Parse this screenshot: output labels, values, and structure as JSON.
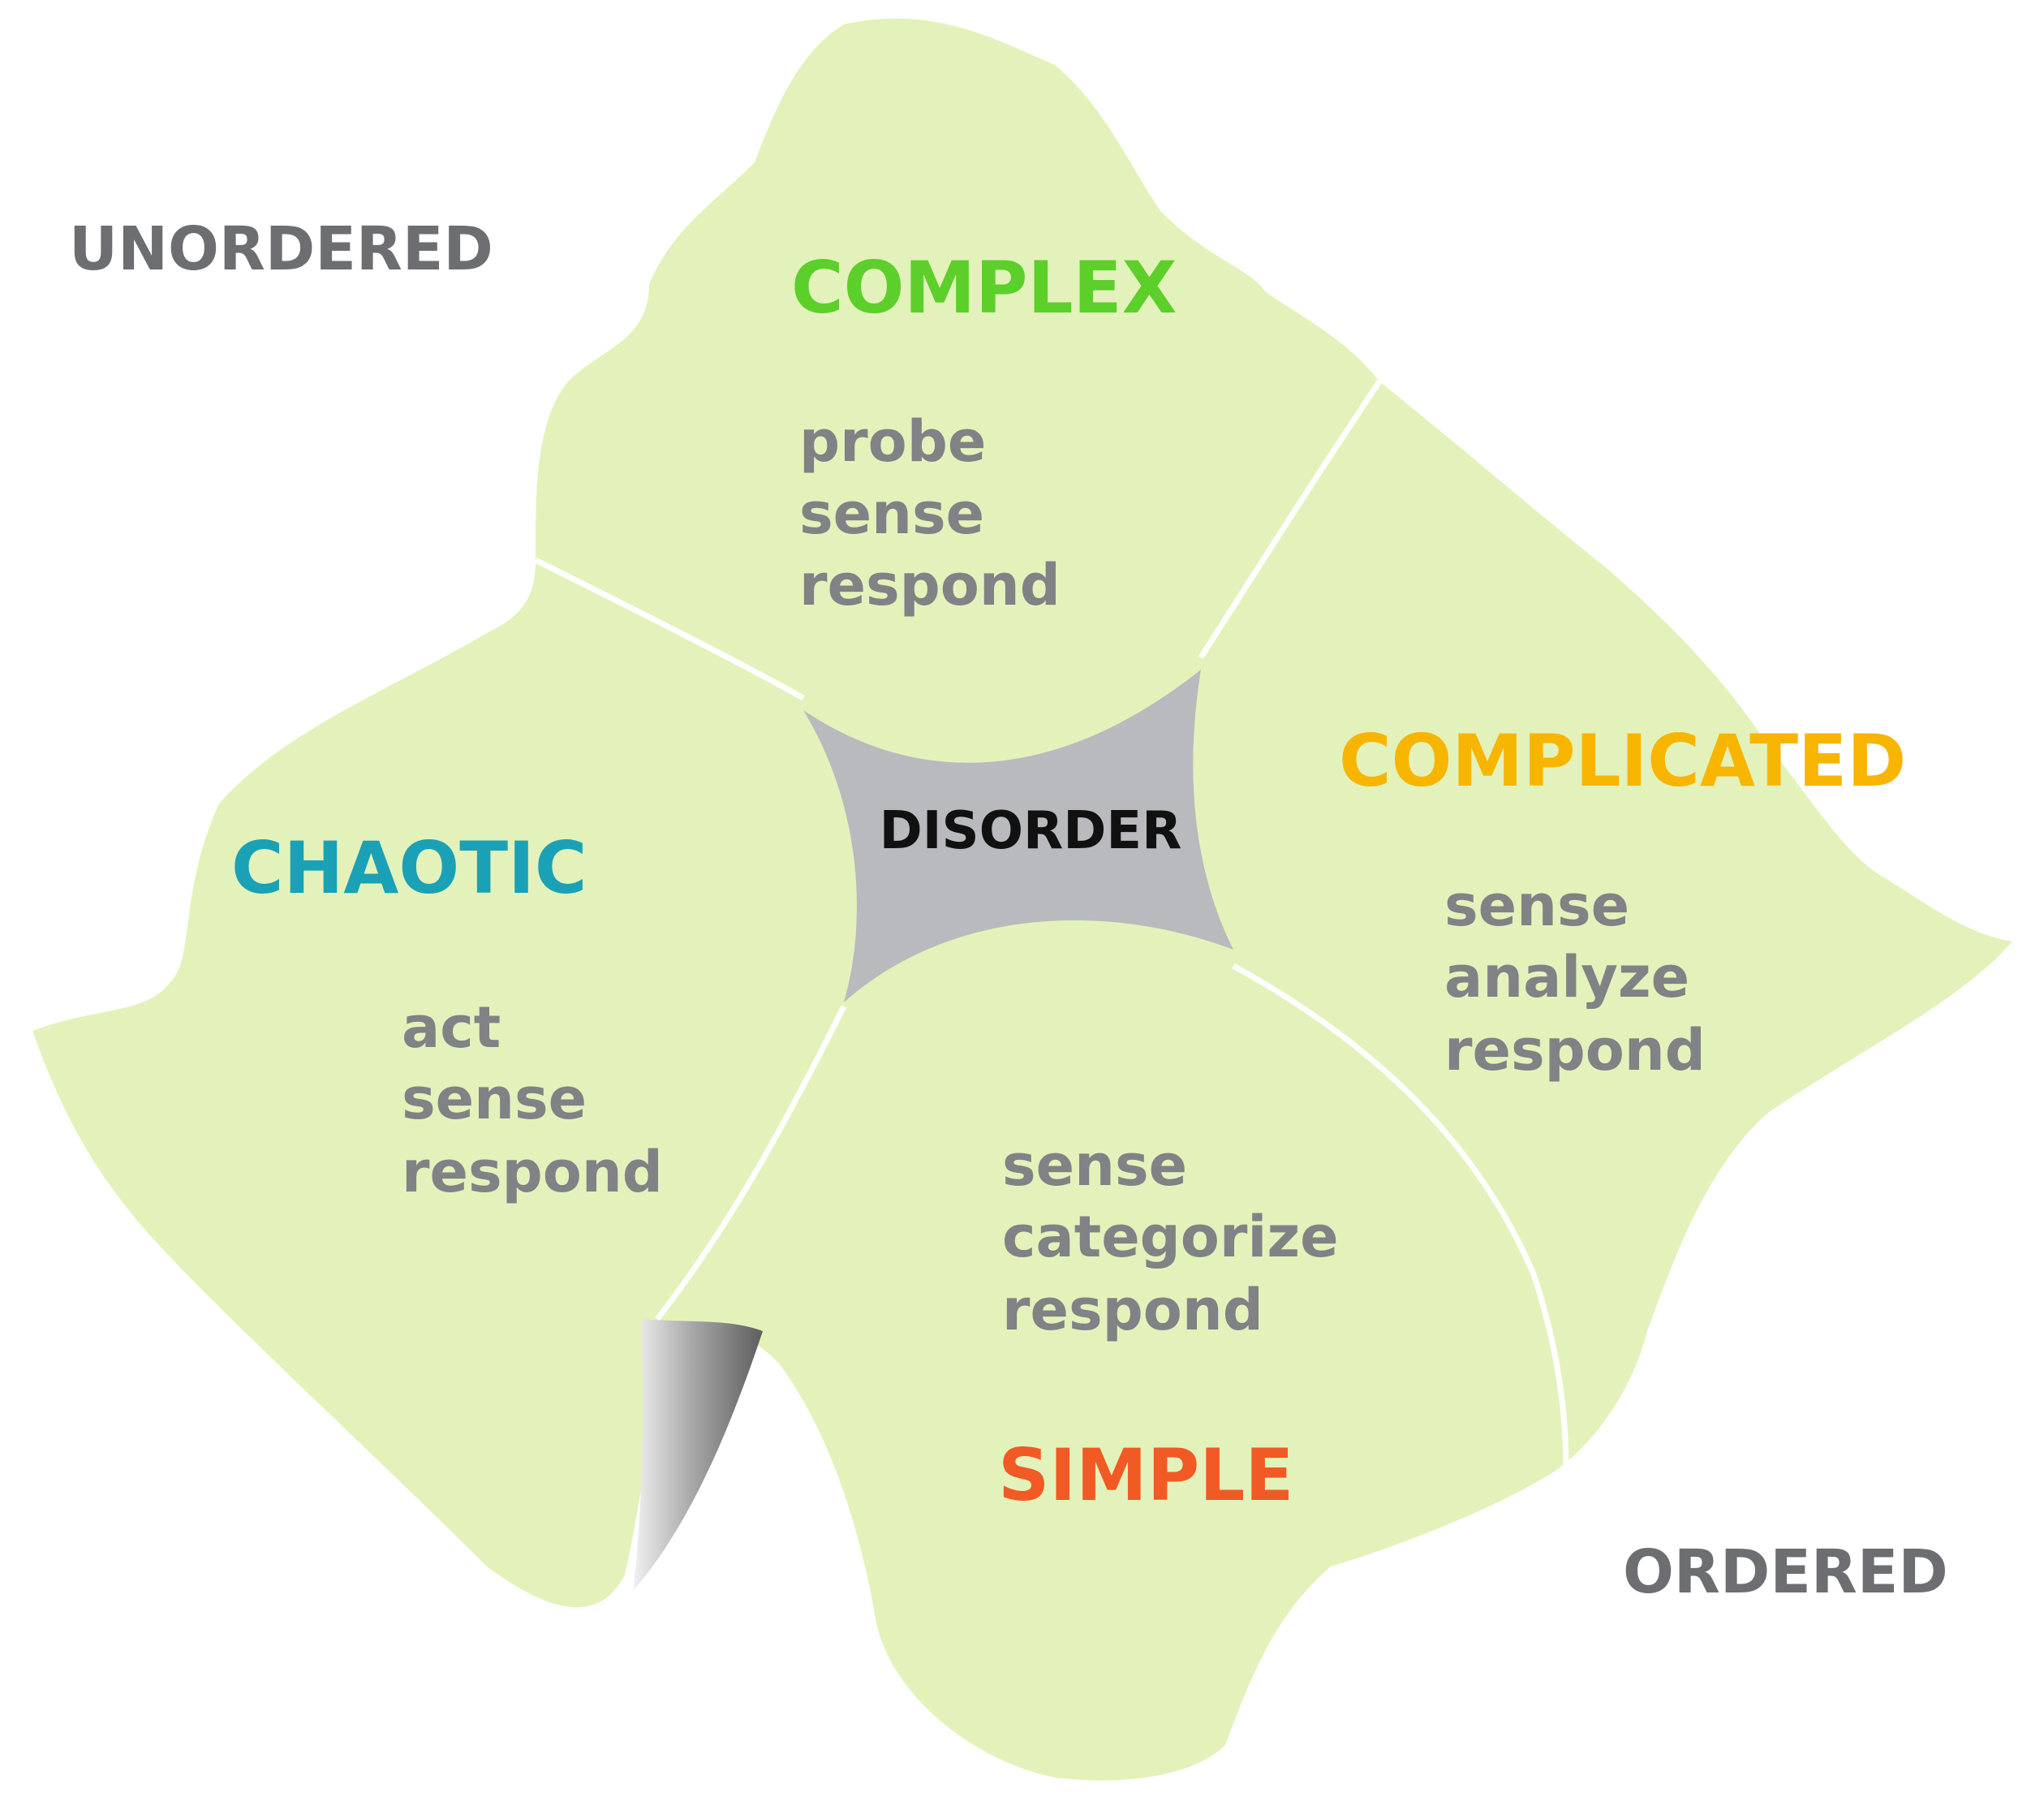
{
  "colors": {
    "region_fill": "#e3f2bb",
    "divider": "#ffffff",
    "disorder_fill": "#b9babd",
    "shadow_dark": "#8a8a8a",
    "text_gray": "#808285",
    "corner_gray": "#6d6e71",
    "complex": "#5ccf2a",
    "complicated": "#f7b500",
    "chaotic": "#1aa1b5",
    "simple": "#f15a24",
    "disorder_text": "#111111"
  },
  "corners": {
    "unordered": "UNORDERED",
    "ordered": "ORDERED"
  },
  "center": {
    "label": "DISORDER"
  },
  "domains": {
    "complex": {
      "title": "COMPLEX",
      "steps": [
        "probe",
        "sense",
        "respond"
      ],
      "highlight_step": "probe"
    },
    "complicated": {
      "title": "COMPLICATED",
      "steps": [
        "sense",
        "analyze",
        "respond"
      ],
      "highlight_step": "analyze"
    },
    "chaotic": {
      "title": "CHAOTIC",
      "steps": [
        "act",
        "sense",
        "respond"
      ],
      "highlight_step": "act"
    },
    "simple": {
      "title": "SIMPLE",
      "steps": [
        "sense",
        "categorize",
        "respond"
      ],
      "highlight_step": "categorize"
    }
  }
}
